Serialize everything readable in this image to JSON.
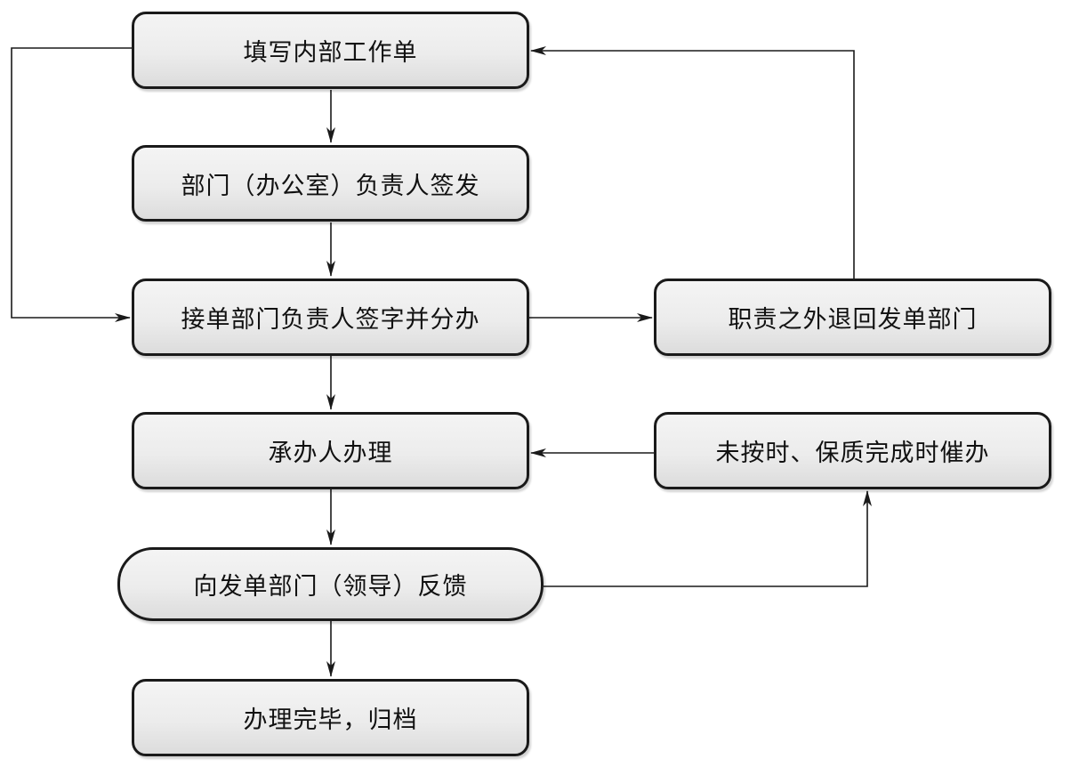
{
  "diagram": {
    "nodes": {
      "fill_order": "填写内部工作单",
      "dept_head_sign": "部门（办公室）负责人签发",
      "receiver_head_sign": "接单部门负责人签字并分办",
      "return_to_sender": "职责之外退回发单部门",
      "handler_process": "承办人办理",
      "urge": "未按时、保质完成时催办",
      "feedback": "向发单部门（领导）反馈",
      "complete_archive": "办理完毕，归档"
    },
    "colors": {
      "stroke": "#1a1a1a",
      "node_fill": "#ececec",
      "text": "#111111"
    }
  }
}
